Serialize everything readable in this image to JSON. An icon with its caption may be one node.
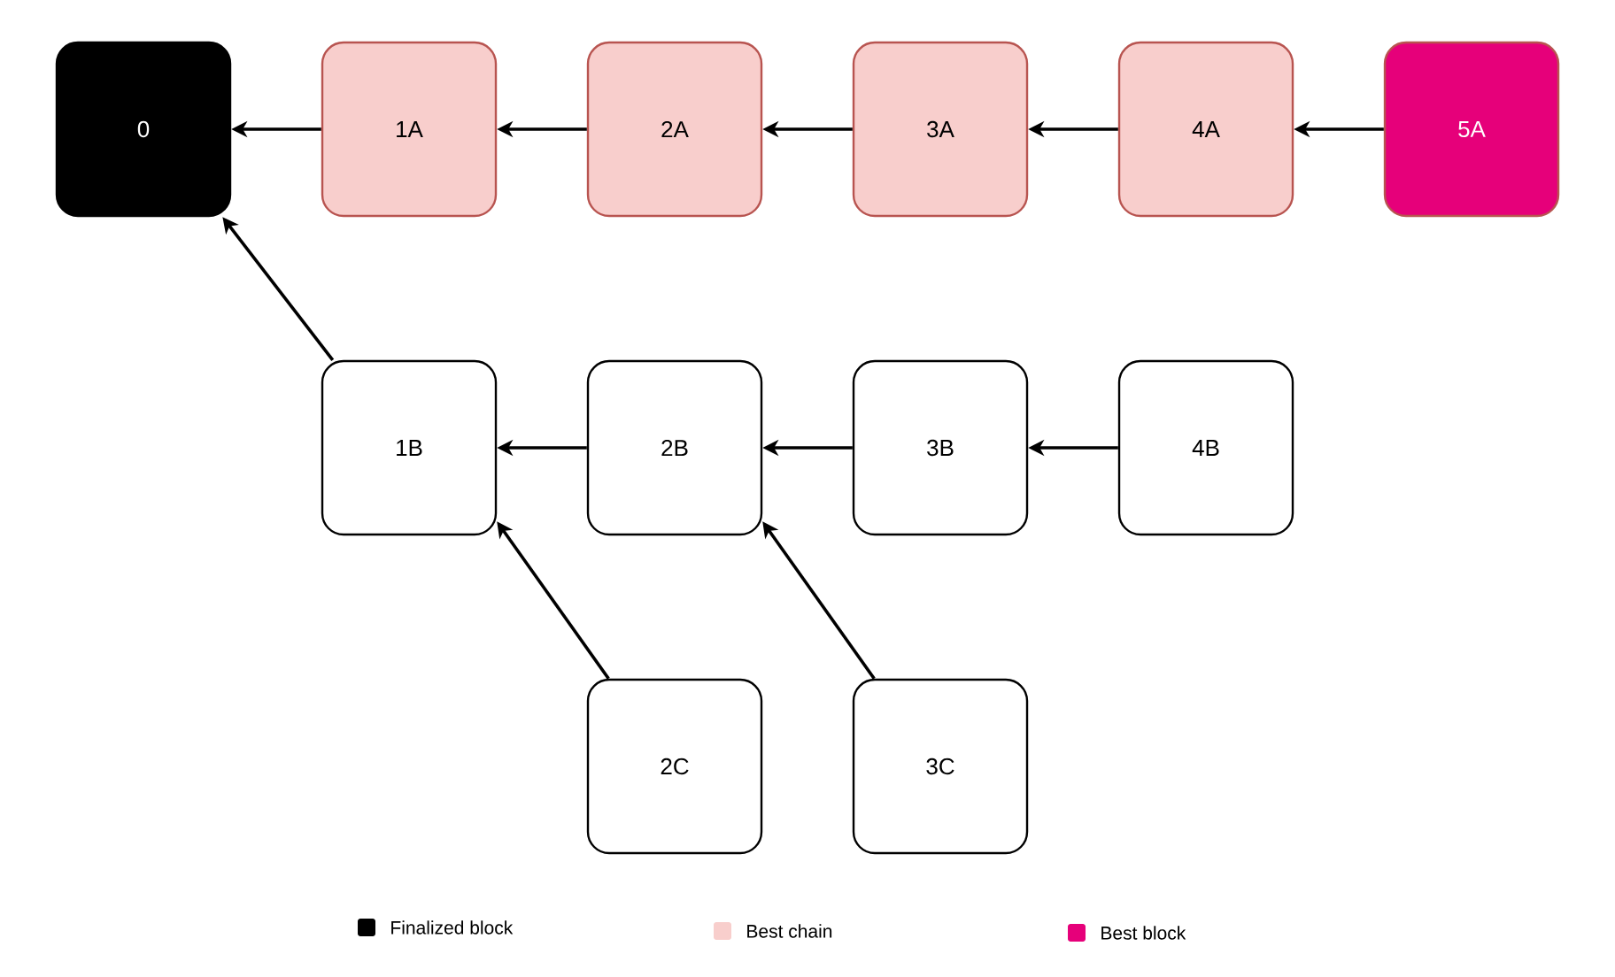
{
  "diagram": {
    "nodes": [
      {
        "text": [
          "0"
        ]
      },
      {
        "text": [
          "1A"
        ]
      },
      {
        "text": [
          "2A"
        ]
      },
      {
        "text": [
          "3A"
        ]
      },
      {
        "text": [
          "4A"
        ]
      },
      {
        "text": [
          "5A"
        ]
      },
      {
        "text": [
          "1B"
        ]
      },
      {
        "text": [
          "2B"
        ]
      },
      {
        "text": [
          "3B"
        ]
      },
      {
        "text": [
          "4B"
        ]
      },
      {
        "text": [
          "2C"
        ]
      },
      {
        "text": [
          "3C"
        ]
      }
    ],
    "edges": [
      {
        "from": 1,
        "to": 0,
        "arrow": "to"
      },
      {
        "from": 2,
        "to": 1,
        "arrow": "to"
      },
      {
        "from": 3,
        "to": 2,
        "arrow": "to"
      },
      {
        "from": 4,
        "to": 3,
        "arrow": "to"
      },
      {
        "from": 5,
        "to": 4,
        "arrow": "to"
      },
      {
        "from": 6,
        "to": 0,
        "arrow": "to"
      },
      {
        "from": 7,
        "to": 6,
        "arrow": "to"
      },
      {
        "from": 8,
        "to": 7,
        "arrow": "to"
      },
      {
        "from": 9,
        "to": 8,
        "arrow": "to"
      },
      {
        "from": 10,
        "to": 6,
        "arrow": "to"
      },
      {
        "from": 11,
        "to": 7,
        "arrow": "to"
      }
    ],
    "legend": [
      {
        "text": "Finalized block",
        "color": "#000000"
      },
      {
        "text": "Best chain",
        "color": "#f8cecc"
      },
      {
        "text": "Best block",
        "color": "#e6007a"
      }
    ]
  }
}
